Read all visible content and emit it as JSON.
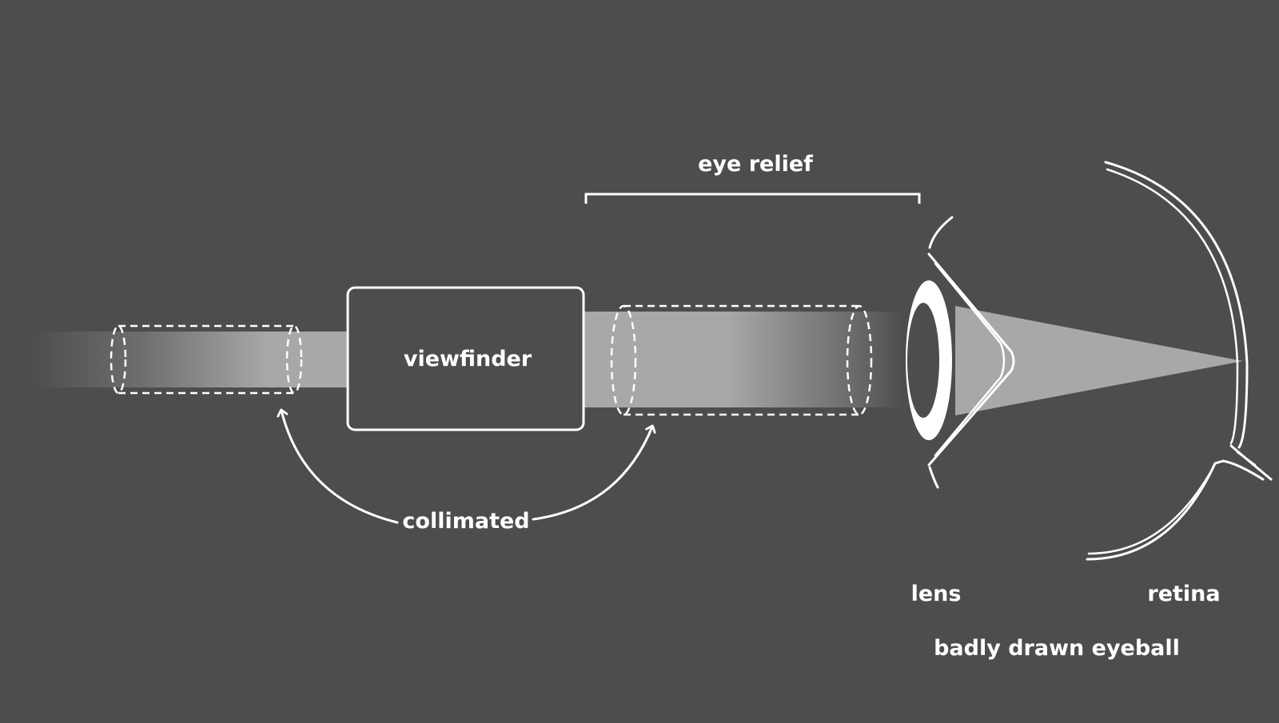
{
  "colors": {
    "background": "#4d4d4d",
    "beam": "#a8a8a8",
    "line": "#ffffff"
  },
  "labels": {
    "viewfinder": "viewfinder",
    "collimated": "collimated",
    "eye_relief": "eye relief",
    "lens": "lens",
    "retina": "retina",
    "eyeball_caption": "badly drawn eyeball"
  },
  "icons": {
    "eye": "eyeball-outline-icon"
  }
}
